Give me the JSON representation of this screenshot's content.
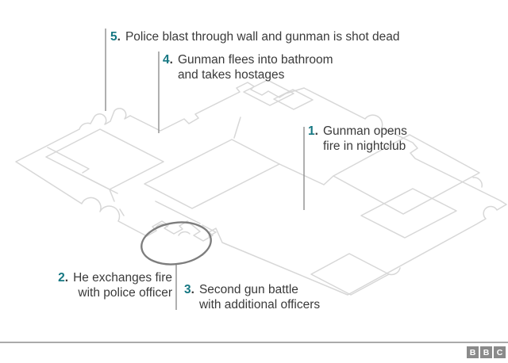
{
  "graphic": {
    "description": "Isometric floor plan of a nightclub showing sequence of events",
    "highlight": "circled entrance vestibule where gun battles occurred"
  },
  "steps": [
    {
      "num": "1",
      "dot": ".",
      "lines": [
        "Gunman opens",
        "fire in nightclub"
      ]
    },
    {
      "num": "2",
      "dot": ".",
      "lines": [
        "He exchanges fire",
        "with police officer"
      ]
    },
    {
      "num": "3",
      "dot": ".",
      "lines": [
        "Second gun battle",
        "with additional officers"
      ]
    },
    {
      "num": "4",
      "dot": ".",
      "lines": [
        "Gunman flees into bathroom",
        "and takes hostages"
      ]
    },
    {
      "num": "5",
      "dot": ".",
      "lines": [
        "Police blast through wall and gunman is shot dead"
      ]
    }
  ],
  "brand": {
    "letters": [
      "B",
      "B",
      "C"
    ]
  },
  "colors": {
    "step_number": "#157782",
    "body_text": "#3a3a3a",
    "plan_line": "#d7d7d7",
    "annotation_line": "#8f8f8f",
    "highlight_ellipse": "#7d7d7d",
    "footer_rule": "#ababab",
    "brand_block": "#8a8a8a"
  }
}
